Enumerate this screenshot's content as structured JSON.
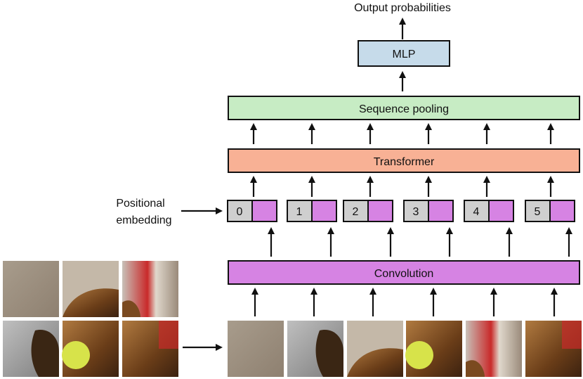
{
  "output_label": "Output probabilities",
  "mlp_label": "MLP",
  "pooling_label": "Sequence pooling",
  "transformer_label": "Transformer",
  "convolution_label": "Convolution",
  "positional_label_line1": "Positional",
  "positional_label_line2": "embedding",
  "tokens": [
    {
      "index": "0"
    },
    {
      "index": "1"
    },
    {
      "index": "2"
    },
    {
      "index": "3"
    },
    {
      "index": "4"
    },
    {
      "index": "5"
    }
  ],
  "colors": {
    "mlp": "#c6dbea",
    "pooling": "#c7ecc4",
    "transformer": "#f8b195",
    "convolution": "#d683e3",
    "token_index": "#cfcfcf",
    "token_embed": "#d683e3"
  }
}
